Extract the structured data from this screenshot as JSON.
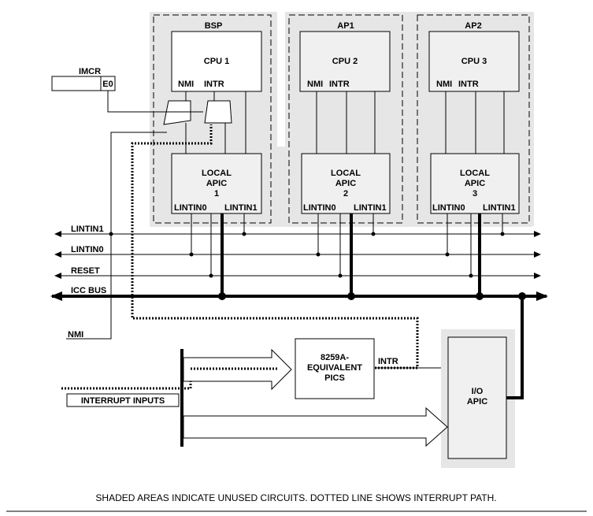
{
  "registers": {
    "imcr": "IMCR",
    "e0": "E0"
  },
  "bsp": {
    "title": "BSP",
    "cpu": "CPU 1",
    "nmi": "NMI",
    "intr": "INTR",
    "apic_line1": "LOCAL",
    "apic_line2": "APIC",
    "apic_line3": "1",
    "lintin0": "LINTIN0",
    "lintin1": "LINTIN1"
  },
  "ap1": {
    "title": "AP1",
    "cpu": "CPU 2",
    "nmi": "NMI",
    "intr": "INTR",
    "apic_line1": "LOCAL",
    "apic_line2": "APIC",
    "apic_line3": "2",
    "lintin0": "LINTIN0",
    "lintin1": "LINTIN1"
  },
  "ap2": {
    "title": "AP2",
    "cpu": "CPU 3",
    "nmi": "NMI",
    "intr": "INTR",
    "apic_line1": "LOCAL",
    "apic_line2": "APIC",
    "apic_line3": "3",
    "lintin0": "LINTIN0",
    "lintin1": "LINTIN1"
  },
  "buses": {
    "lintin1": "LINTIN1",
    "lintin0": "LINTIN0",
    "reset": "RESET",
    "icc": "ICC BUS",
    "nmi": "NMI"
  },
  "pic": {
    "line1": "8259A-",
    "line2": "EQUIVALENT",
    "line3": "PICS",
    "intr": "INTR"
  },
  "ioapic": {
    "line1": "I/O",
    "line2": "APIC"
  },
  "interrupt_inputs": "INTERRUPT INPUTS",
  "caption": "SHADED AREAS INDICATE UNUSED CIRCUITS. DOTTED LINE SHOWS INTERRUPT PATH.",
  "colors": {
    "shade": "#e6e6e6",
    "box": "#f0f0f0",
    "line": "#000000"
  }
}
